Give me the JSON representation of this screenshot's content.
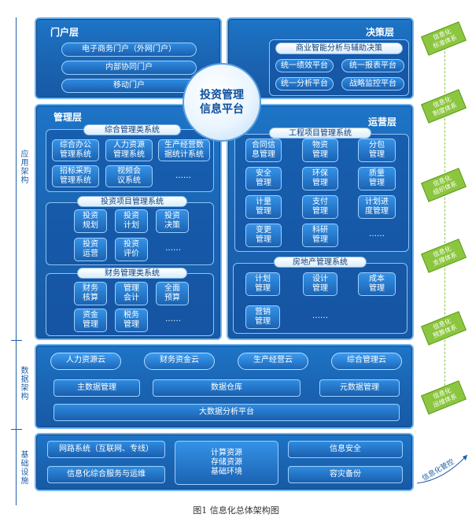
{
  "left_axis": {
    "app": "应用架构",
    "data": "数据架构",
    "infra": "基础设施"
  },
  "portal": {
    "title": "门户层",
    "items": [
      "电子商务门户（外网门户）",
      "内部协同门户",
      "移动门户"
    ]
  },
  "decision": {
    "title": "决策层",
    "sub_title": "商业智能分析与辅助决策",
    "items": [
      "统一绩效平台",
      "统一报表平台",
      "统一分析平台",
      "战略监控平台"
    ]
  },
  "center": "投资管理\n信息平台",
  "management": {
    "title": "管理层",
    "groups": [
      {
        "title": "综合管理类系统",
        "items": [
          "综合办公\n管理系统",
          "人力资源\n管理系统",
          "生产经营数\n据统计系统",
          "招标采购\n管理系统",
          "视频会\n议系统",
          "……"
        ]
      },
      {
        "title": "投资项目管理系统",
        "items": [
          "投资\n规划",
          "投资\n计划",
          "投资\n决策",
          "投资\n运营",
          "投资\n评价",
          "……"
        ]
      },
      {
        "title": "财务管理类系统",
        "items": [
          "财务\n核算",
          "管理\n会计",
          "全面\n预算",
          "资金\n管理",
          "税务\n管理",
          "……"
        ]
      }
    ]
  },
  "operations": {
    "title": "运营层",
    "groups": [
      {
        "title": "工程项目管理系统",
        "items": [
          "合同信\n息管理",
          "物资\n管理",
          "分包\n管理",
          "安全\n管理",
          "环保\n管理",
          "质量\n管理",
          "计量\n管理",
          "支付\n管理",
          "计划进\n度管理",
          "变更\n管理",
          "科研\n管理",
          "……"
        ]
      },
      {
        "title": "房地产管理系统",
        "items": [
          "计划\n管理",
          "设计\n管理",
          "成本\n管理",
          "营销\n管理",
          "……"
        ]
      }
    ]
  },
  "data_layer": {
    "clouds": [
      "人力资源云",
      "财务资金云",
      "生产经营云",
      "综合管理云"
    ],
    "row2": [
      "主数据管理",
      "数据仓库",
      "元数据管理"
    ],
    "platform": "大数据分析平台"
  },
  "infra": {
    "left": [
      "网路系统（互联网、专线）",
      "信息化综合服务与运维"
    ],
    "center": "计算资源\n存储资源\n基础环境",
    "right": [
      "信息安全",
      "容灾备份"
    ]
  },
  "badges": [
    "信息化\n标准体系",
    "信息化\n制度体系",
    "信息化\n组织体系",
    "信息化\n支撑体系",
    "信息化\n预算体系",
    "信息化\n运维体系"
  ],
  "control_label": "信息化管控",
  "caption": "图1  信息化总体架构图",
  "colors": {
    "panel": "#1a62b0",
    "badge": "#8cc63f",
    "accent": "#1f5fa8"
  }
}
